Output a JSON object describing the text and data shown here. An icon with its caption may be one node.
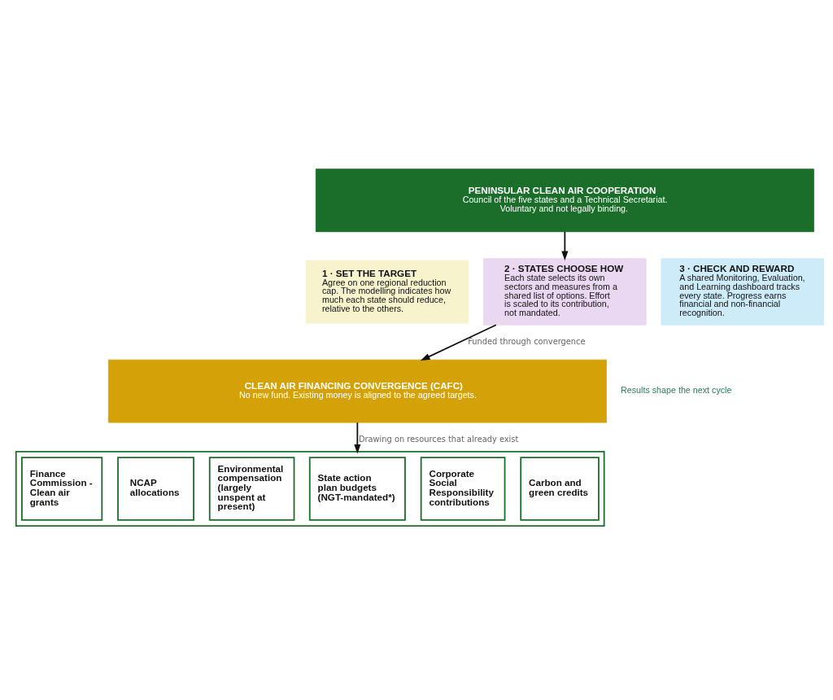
{
  "diagram": {
    "nodes": [
      {
        "text": [
          "PENINSULAR CLEAN AIR COOPERATION",
          "Council of the five states and a Technical Secretariat. Voluntary and not legally binding."
        ]
      },
      {
        "text": [
          "1 · SET THE TARGET",
          "Agree on one regional reduction cap. The modelling indicates how much each state should reduce, relative to the others."
        ]
      },
      {
        "text": [
          "2 · STATES CHOOSE HOW",
          "Each state selects its own sectors and measures from a shared list of options. Effort is scaled to its contribution, not mandated."
        ]
      },
      {
        "text": [
          "3 · CHECK AND REWARD",
          "A shared Monitoring, Evaluation, and Learning dashboard tracks every state. Progress earns financial and non-financial recognition."
        ]
      },
      {
        "text": [
          "CLEAN AIR FINANCING CONVERGENCE (CAFC)",
          "No new fund. Existing money is aligned to the agreed targets."
        ]
      },
      {
        "text": [],
        "shape": "box"
      },
      {
        "text": [
          "Finance Commission - Clean air grants"
        ],
        "in": 5
      },
      {
        "text": [
          "NCAP allocations"
        ],
        "in": 5
      },
      {
        "text": [
          "Environmental compensation (largely unspent at present)"
        ],
        "in": 5
      },
      {
        "text": [
          "State action plan budgets (NGT-mandated*)"
        ],
        "in": 5
      },
      {
        "text": [
          "Corporate Social Responsibility contributions"
        ],
        "in": 5
      },
      {
        "text": [
          "Carbon and green credits"
        ],
        "in": 5
      }
    ],
    "edges": [
      {
        "from": 0,
        "to": 2,
        "arrow": "to"
      },
      {
        "from": 2,
        "to": 4,
        "arrow": "to",
        "label": "Funded through convergence"
      },
      {
        "from": 4,
        "to": 5,
        "arrow": "to",
        "label": "Drawing on resources that already exist"
      }
    ],
    "labels": [
      "Results shape the next cycle"
    ]
  }
}
